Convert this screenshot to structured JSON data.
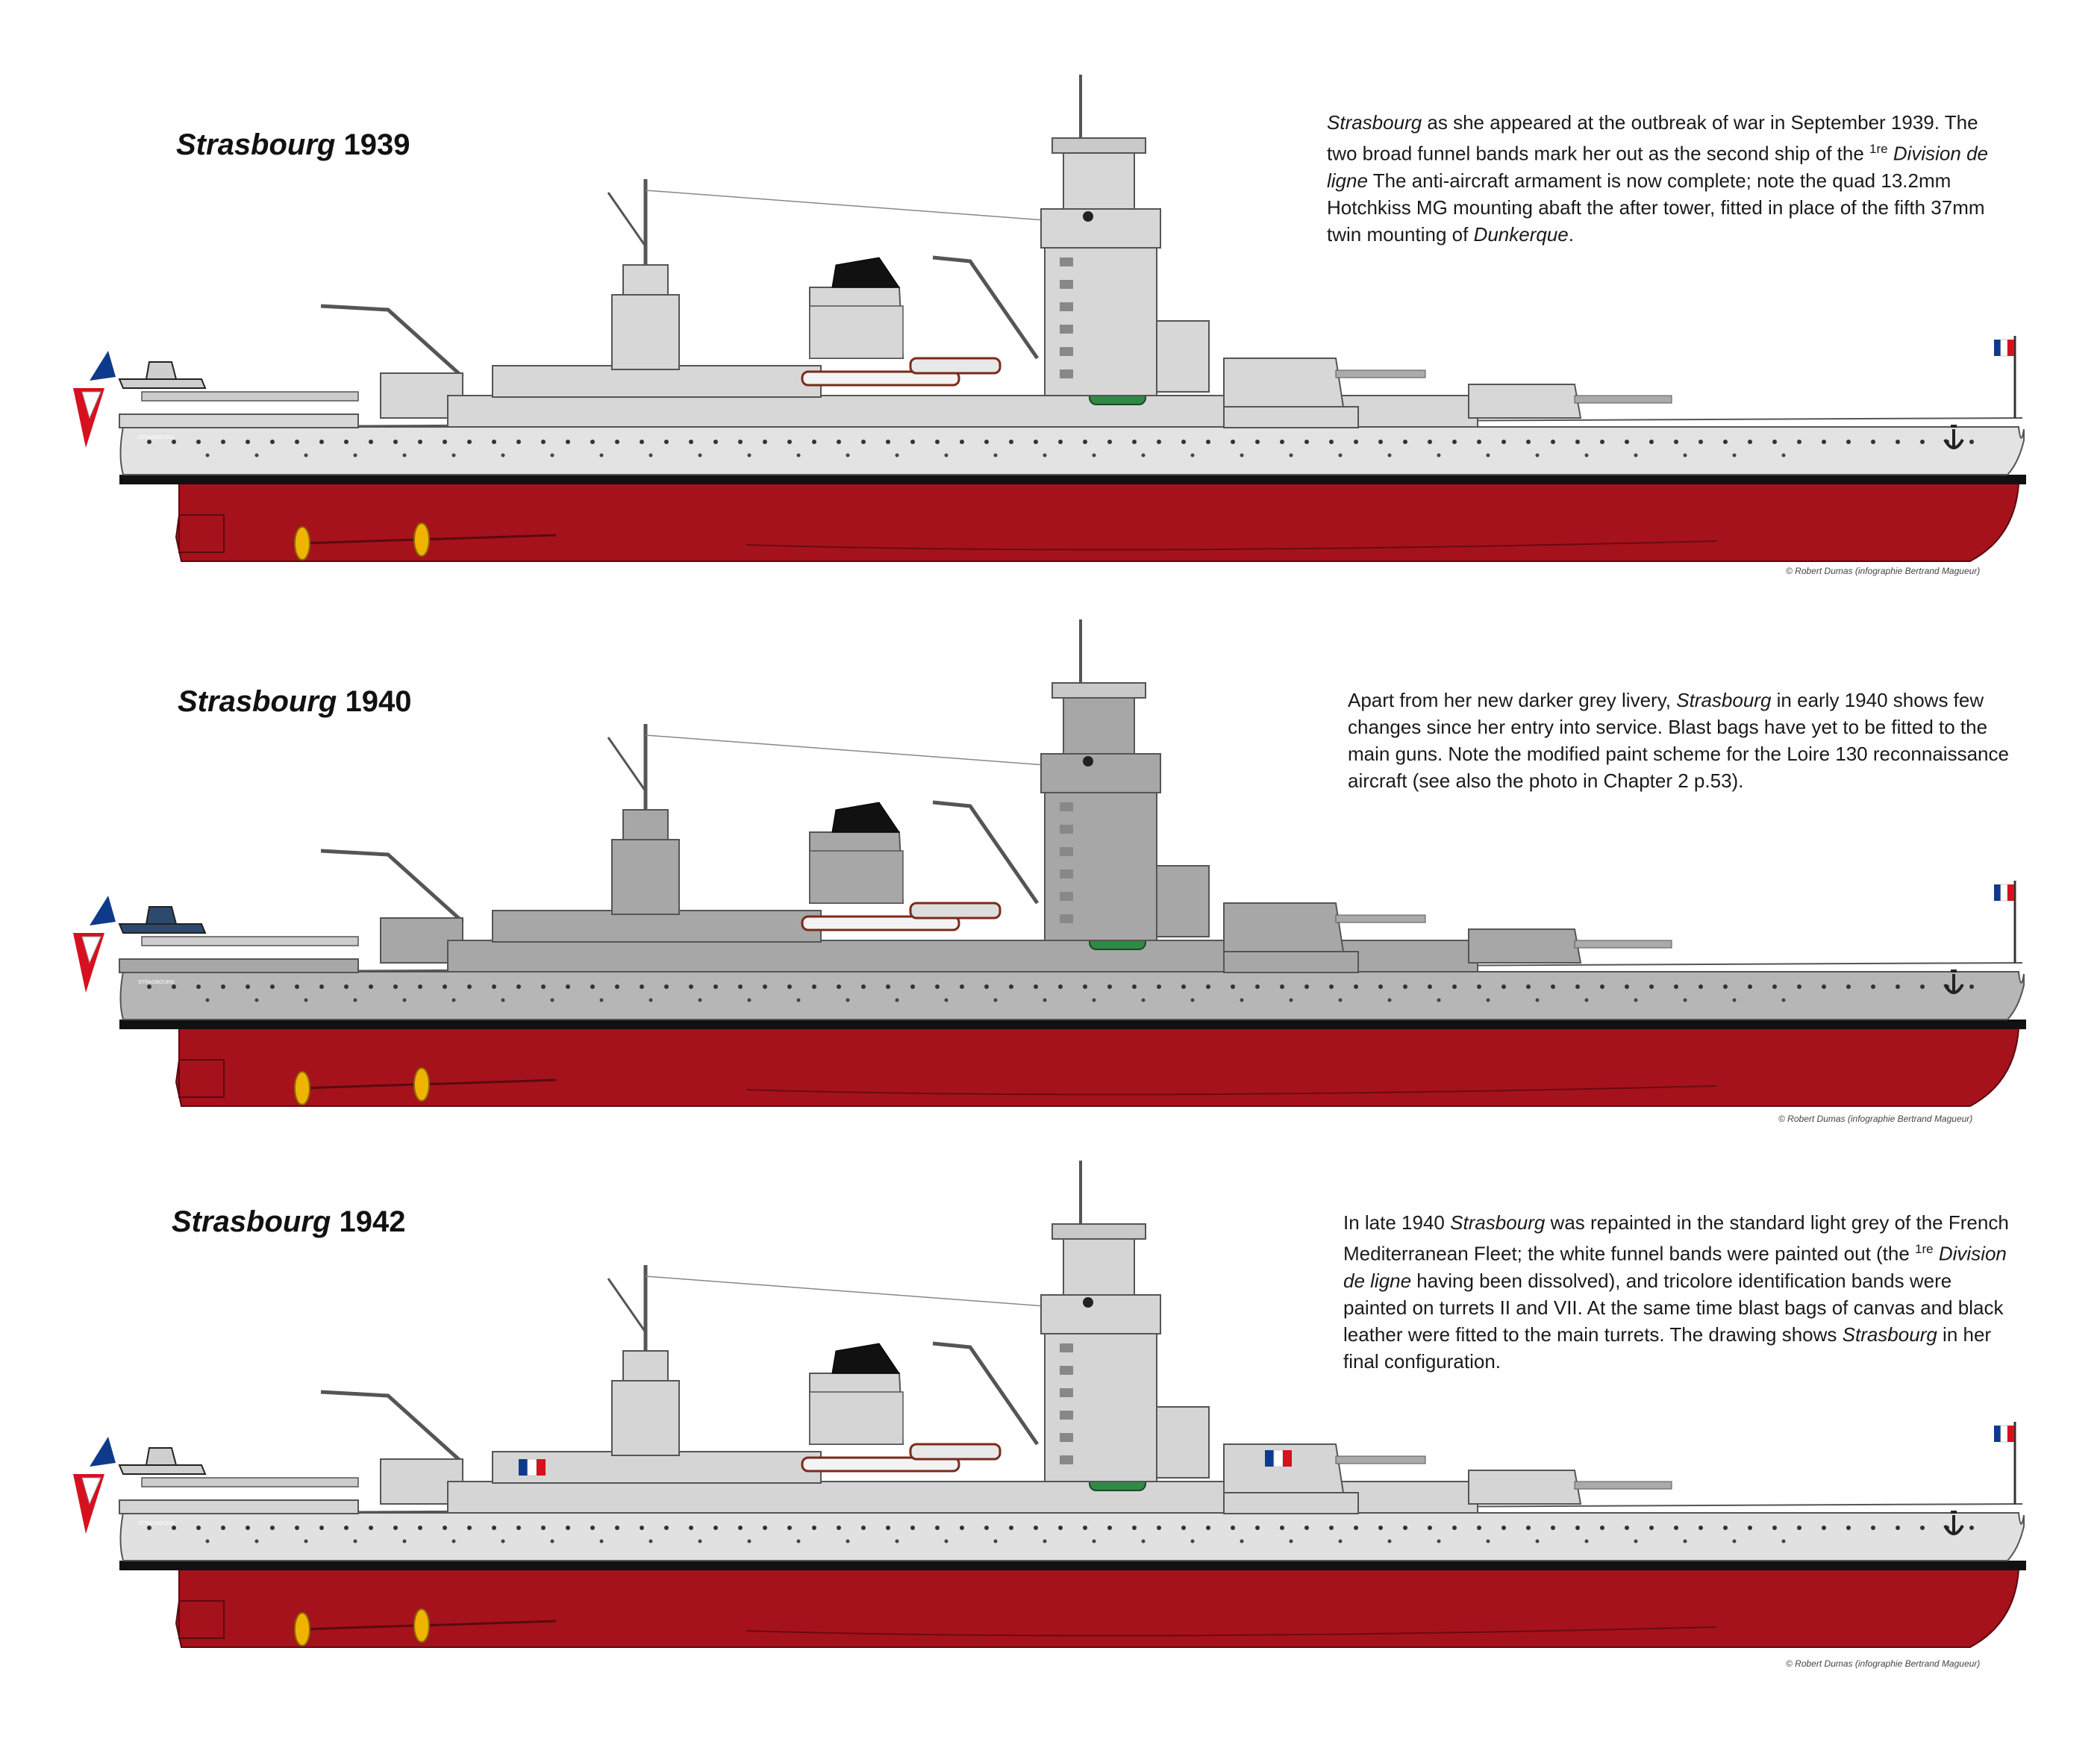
{
  "colors": {
    "hull_1939": "#e3e3e3",
    "hull_1940": "#b6b6b6",
    "hull_1942": "#e1e1e1",
    "upper_1939": "#d7d7d7",
    "upper_1940": "#a7a7a7",
    "upper_1942": "#d5d5d5",
    "boot_topping": "#111111",
    "underwater_hull": "#a5121c",
    "propeller": "#f0b400",
    "funnel_cap": "#111111",
    "flag_blue": "#0e3a8c",
    "flag_red": "#d7101f"
  },
  "icons": [
    "french-flag-icon",
    "anchor-icon",
    "propeller-icon",
    "seaplane-icon",
    "clock-icon"
  ],
  "panels": [
    {
      "ship": "Strasbourg",
      "year": "1939",
      "caption": {
        "ship": "Strasbourg",
        "t1": " as she appeared at the outbreak of war in September 1939. The two broad funnel bands mark her out as the second ship of the ",
        "sup": "1re",
        "t2": "Division de ligne",
        "t3": " The anti-aircraft armament is now complete; note the quad 13.2mm Hotchkiss MG mounting abaft the after tower, fitted in place of the fifth 37mm twin mounting of ",
        "t4": "Dunkerque",
        "t5": "."
      },
      "credit": "© Robert Dumas (infographie Bertrand Magueur)",
      "stern_name": "STRASBOURG"
    },
    {
      "ship": "Strasbourg",
      "year": "1940",
      "caption": {
        "t1": "Apart from her new darker grey livery, ",
        "ship": "Strasbourg",
        "t2": " in early 1940 shows few changes since her entry into service. Blast bags have yet to be fitted to the main guns. Note the modified paint scheme for the Loire 130 reconnaissance aircraft (see also the photo in Chapter 2 p.53)."
      },
      "credit": "© Robert Dumas (infographie Bertrand Magueur)",
      "stern_name": "STRASBOURG"
    },
    {
      "ship": "Strasbourg",
      "year": "1942",
      "caption": {
        "t1": "In late 1940 ",
        "ship": "Strasbourg",
        "t2": " was repainted in the standard light grey of the French Mediterranean Fleet; the white funnel bands were painted out (the ",
        "sup": "1re",
        "t3": "Division de ligne",
        "t4": " having been dissolved), and tricolore identification bands were painted on turrets II and VII. At the same time blast bags of canvas and black leather were fitted to the main turrets. The drawing shows ",
        "ship2": "Strasbourg",
        "t5": " in her final configuration."
      },
      "credit": "© Robert Dumas (infographie Bertrand Magueur)",
      "stern_name": "STRASBOURG"
    }
  ]
}
